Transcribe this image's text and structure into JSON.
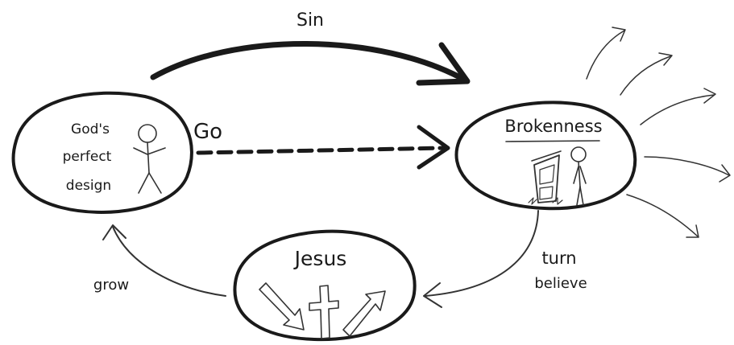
{
  "diagram": {
    "sin_label": "Sin",
    "go_label": "Go",
    "gods_design": {
      "line1": "God's",
      "line2": "perfect",
      "line3": "design"
    },
    "brokenness_label": "Brokenness",
    "jesus_label": "Jesus",
    "grow_label": "grow",
    "turn_label": "turn",
    "believe_label": "believe"
  }
}
